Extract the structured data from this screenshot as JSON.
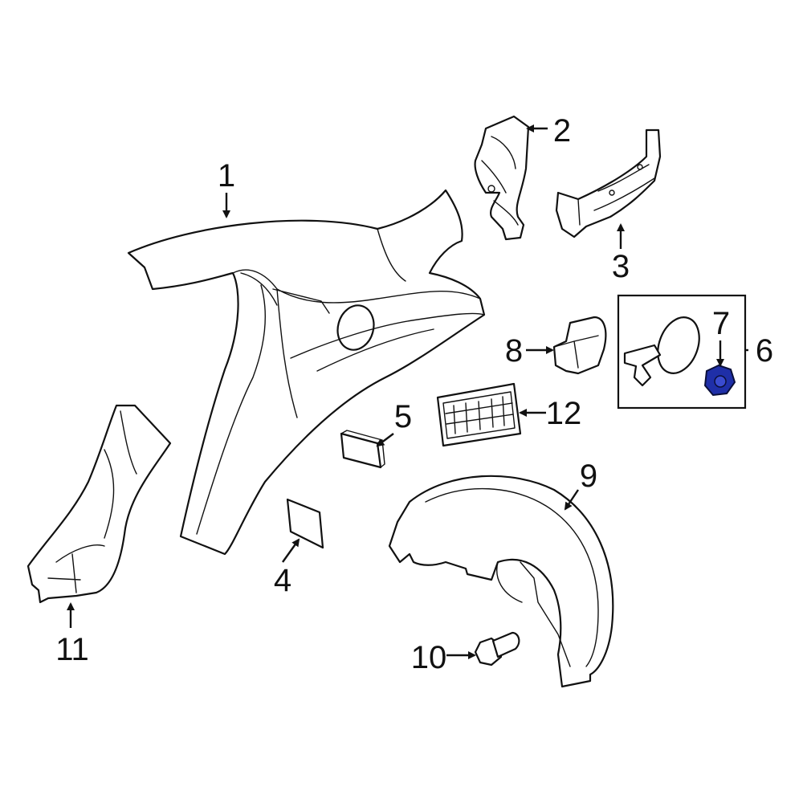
{
  "diagram": {
    "callouts": {
      "c1": "1",
      "c2": "2",
      "c3": "3",
      "c4": "4",
      "c5": "5",
      "c6": "6",
      "c7": "7",
      "c8": "8",
      "c9": "9",
      "c10": "10",
      "c11": "11",
      "c12": "12"
    },
    "colors": {
      "line": "#111111",
      "highlight_part": "#1f2fa8",
      "background": "#ffffff"
    }
  }
}
